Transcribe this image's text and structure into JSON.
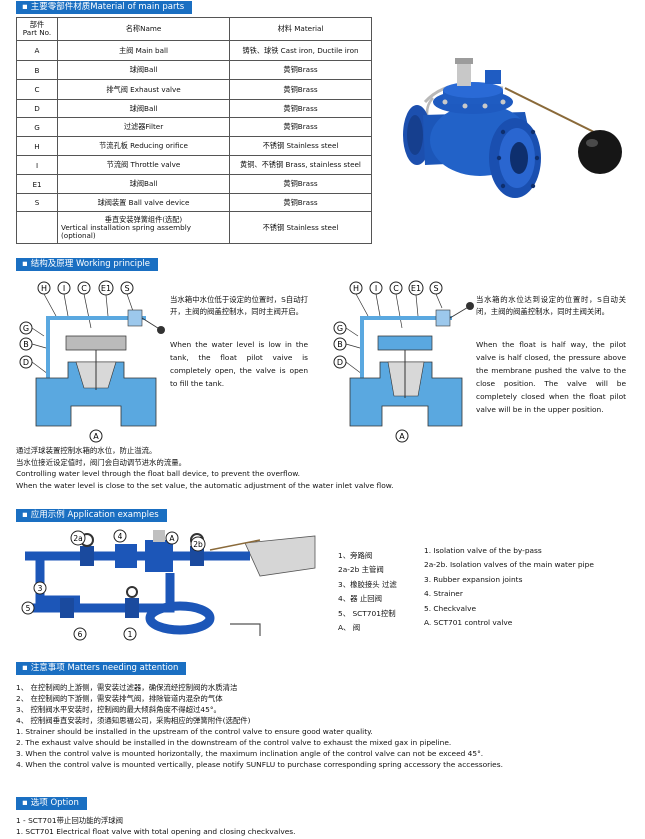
{
  "materials": {
    "title": "主要零部件材质Material of main parts",
    "header": {
      "part": [
        "部件",
        "Part No."
      ],
      "name": "名称Name",
      "material": "材料  Material"
    },
    "rows": [
      {
        "part": "A",
        "name": "主阀  Main ball",
        "material": "铸铁、球铁  Cast iron, Ductile iron"
      },
      {
        "part": "B",
        "name": "球阀Ball",
        "material": "黄铜Brass"
      },
      {
        "part": "C",
        "name": "排气阀  Exhaust valve",
        "material": "黄铜Brass"
      },
      {
        "part": "D",
        "name": "球阀Ball",
        "material": "黄铜Brass"
      },
      {
        "part": "G",
        "name": "过滤器Filter",
        "material": "黄铜Brass"
      },
      {
        "part": "H",
        "name": "节流孔板  Reducing orifice",
        "material": "不锈钢  Stainless steel"
      },
      {
        "part": "I",
        "name": "节流阀  Throttle valve",
        "material": "黄铜、不锈钢  Brass, stainless steel"
      },
      {
        "part": "E1",
        "name": "球阀Ball",
        "material": "黄铜Brass"
      },
      {
        "part": "S",
        "name": "球阀装置  Ball valve device",
        "material": "黄铜Brass"
      },
      {
        "part": "",
        "name": [
          "垂直安装弹簧组件(选配)",
          "Vertical installation spring assembly",
          "(optional)"
        ],
        "material": "不锈钢  Stainless steel"
      }
    ]
  },
  "working": {
    "title": "结构及原理  Working principle",
    "left_cn": "当水箱中水位低于设定的位置时，S自动打开，主阀的阀盖控制水，同时主阀开启。",
    "left_en": "When the water level is low in the tank, the float pilot vaive is completely open, the valve is open to fill the tank.",
    "right_cn": "当水箱的水位达到设定的位置时，S自动关闭，主阀的阀盖控制水，同时主阀关闭。",
    "right_en": "When the float is half way, the pilot valve is half closed, the pressure above the membrane pushed the valve to the close position. The valve will be completely closed when the float pilot valve will be in the upper position.",
    "labels_top": [
      "H",
      "I",
      "C",
      "E1",
      "S"
    ],
    "labels_side": [
      "G",
      "B",
      "D"
    ],
    "label_bottom": "A",
    "summary": [
      "通过浮球装置控制水箱的水位，防止溢流。",
      "当水位接近设定值时，阀门会自动调节进水的流量。",
      "Controlling water level through the float ball device, to prevent the overflow.",
      "When the water level is close to the set value, the automatic adjustment of the water inlet valve flow."
    ]
  },
  "application": {
    "title": "应用示例  Application examples",
    "callouts": [
      "2a",
      "4",
      "A",
      "2b",
      "3",
      "5",
      "6",
      "1"
    ],
    "cn_list": [
      "1、旁路阀",
      "2a-2b   主管阀",
      "3、橡胶接头 过滤",
      "4、器 止回阀",
      "5、    SCT701控制",
      "A、 阀"
    ],
    "en_list": [
      "1. Isolation valve of the by-pass",
      "2a-2b. Isolation valves of the main water pipe",
      "3. Rubber expansion joints",
      "4. Strainer",
      "5. Checkvalve",
      "A. SCT701 control valve"
    ]
  },
  "attention": {
    "title": "注意事项  Matters needing attention",
    "cn": [
      "1、  在控制阀的上游侧，需安装过滤器，确保流经控制阀的水质清洁",
      "2、  在控制阀的下游侧，需安装排气阀，排除管道内混杂的气体",
      "3、  控制阀水平安装时，控制阀的最大倾斜角度不得超过45°。",
      "4、  控制阀垂直安装时，须通知思福公司，采购相应的弹簧附件(选配件)"
    ],
    "en": [
      "1. Strainer should be installed in the upstream of the control valve to ensure good water quality.",
      "2. The exhaust valve should be installed in the downstream of the control valve to exhaust the mixed gax in pipeline.",
      "3. When the control valve is mounted horizontally, the maximum inclination angle of the control valve can not be exceed 45°.",
      "4. When the control valve is mounted vertically, please notify SUNFLU to purchase corresponding spring accessory the accessories."
    ]
  },
  "option": {
    "title": "选项  Option",
    "cn": "1 - SCT701带止回功能的浮球阀",
    "en": "1. SCT701 Electrical float valve with total opening and closing checkvalves."
  },
  "colors": {
    "header_bg": "#1a6fc2",
    "valve_blue": "#1c56b8",
    "diagram_blue": "#5aa8e0"
  }
}
